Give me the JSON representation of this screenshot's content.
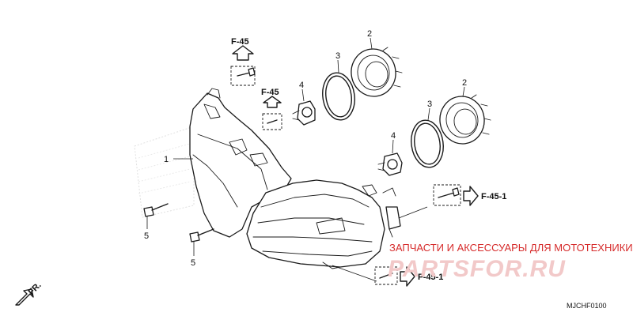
{
  "references": {
    "f45_top": "F-45",
    "f45_mid": "F-45",
    "f451_right": "F-45-1",
    "f451_bottom": "F-45-1"
  },
  "part_numbers": {
    "p1": "1",
    "p2a": "2",
    "p2b": "2",
    "p3a": "3",
    "p3b": "3",
    "p4a": "4",
    "p4b": "4",
    "p5a": "5",
    "p5b": "5"
  },
  "front_marker": "FR.",
  "diagram_code": "MJCHF0100",
  "watermark": {
    "caption": "ЗАПЧАСТИ И АКСЕССУАРЫ ДЛЯ МОТОТЕХНИКИ",
    "brand": "PARTSFOR.RU",
    "caption_color": "#d62b2b",
    "brand_color": "#f2c9c9"
  }
}
